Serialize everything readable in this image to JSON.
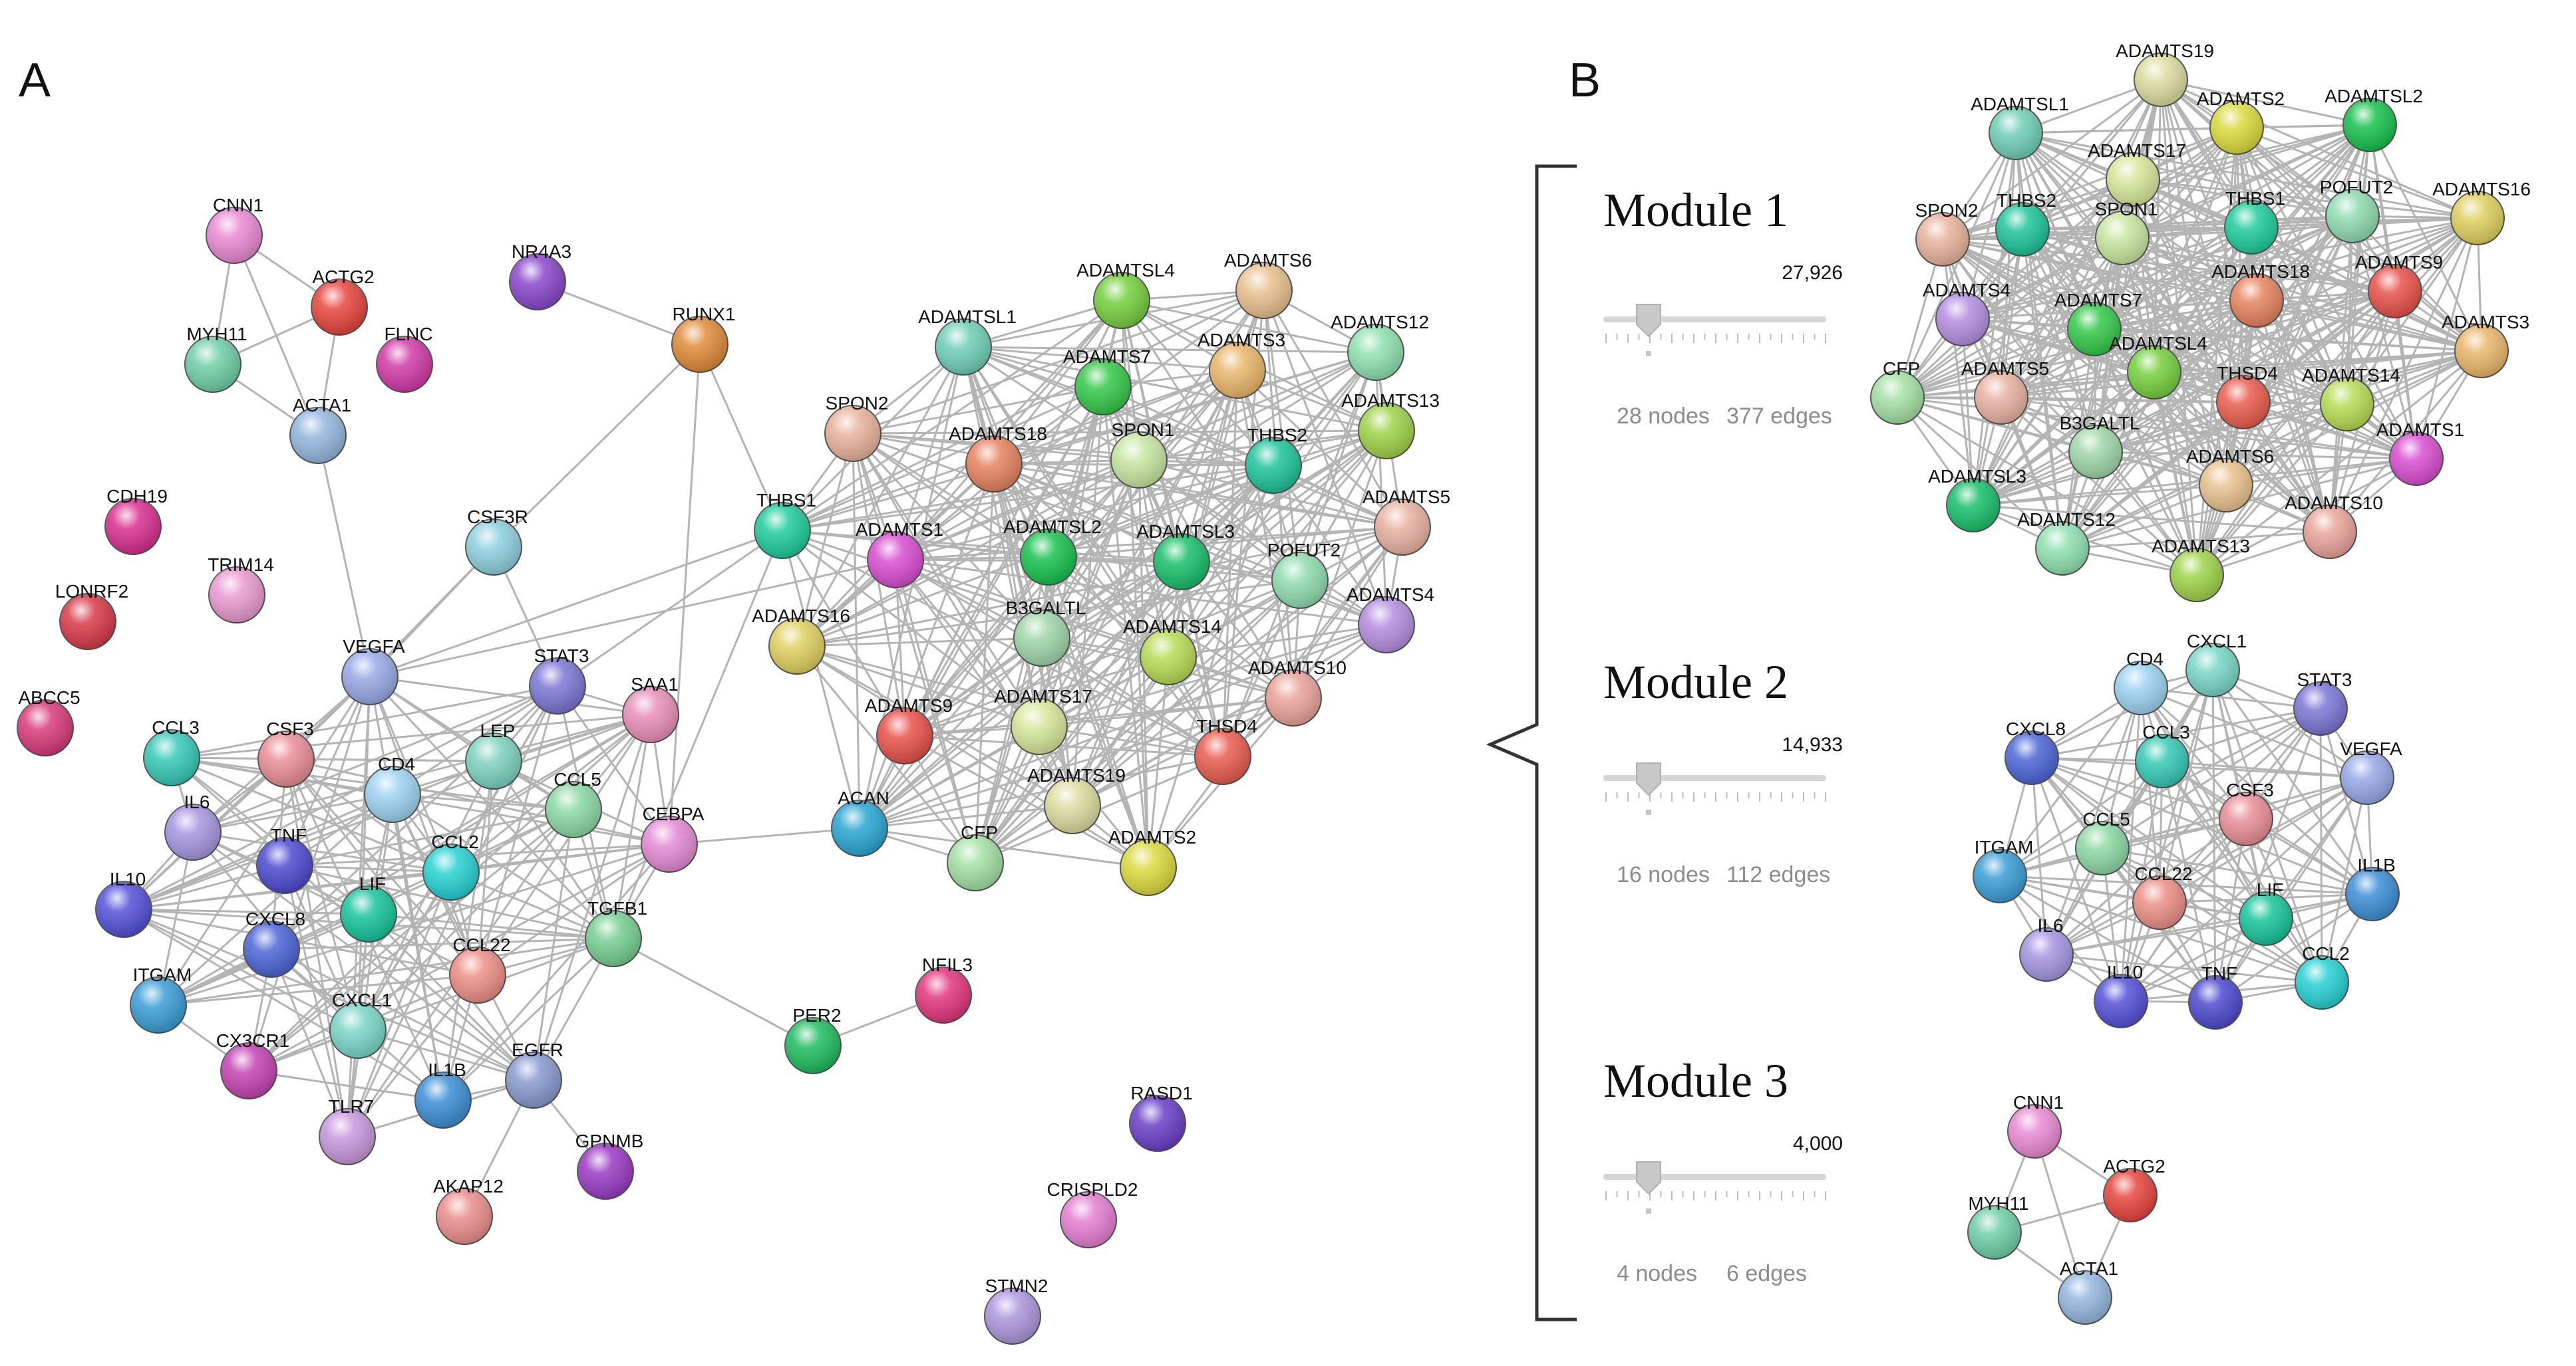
{
  "panel_a": {
    "letter": "A",
    "nodes": [
      {
        "id": "CNN1",
        "color": "#e98ad2"
      },
      {
        "id": "ACTG2",
        "color": "#e8453e"
      },
      {
        "id": "MYH11",
        "color": "#6fcfa8"
      },
      {
        "id": "FLNC",
        "color": "#d23aa8"
      },
      {
        "id": "ACTA1",
        "color": "#94b7de"
      },
      {
        "id": "NR4A3",
        "color": "#8a47cc"
      },
      {
        "id": "RUNX1",
        "color": "#e08b3a"
      },
      {
        "id": "CDH19",
        "color": "#d92f8f"
      },
      {
        "id": "TRIM14",
        "color": "#e99ad2"
      },
      {
        "id": "LONRF2",
        "color": "#d93a4a"
      },
      {
        "id": "ABCC5",
        "color": "#d93a7a"
      },
      {
        "id": "CSF3R",
        "color": "#8fd0df"
      },
      {
        "id": "VEGFA",
        "color": "#96a9e5"
      },
      {
        "id": "STAT3",
        "color": "#7c76d4"
      },
      {
        "id": "SAA1",
        "color": "#e990b8"
      },
      {
        "id": "CCL3",
        "color": "#36c9b6"
      },
      {
        "id": "CSF3",
        "color": "#e98e96"
      },
      {
        "id": "LEP",
        "color": "#7ed2bf"
      },
      {
        "id": "CD4",
        "color": "#9dd3f0"
      },
      {
        "id": "CCL5",
        "color": "#8cd9a4"
      },
      {
        "id": "CEBPA",
        "color": "#e48bd4"
      },
      {
        "id": "IL6",
        "color": "#a596e0"
      },
      {
        "id": "TNF",
        "color": "#4e4ad0"
      },
      {
        "id": "LIF",
        "color": "#17c59c"
      },
      {
        "id": "CCL2",
        "color": "#27d1d4"
      },
      {
        "id": "IL10",
        "color": "#5452d8"
      },
      {
        "id": "CXCL8",
        "color": "#4d66d6"
      },
      {
        "id": "TGFB1",
        "color": "#76cf92"
      },
      {
        "id": "CCL22",
        "color": "#ec8e86"
      },
      {
        "id": "ITGAM",
        "color": "#3a9ed6"
      },
      {
        "id": "CXCL1",
        "color": "#79d6c8"
      },
      {
        "id": "CX3CR1",
        "color": "#c544b4"
      },
      {
        "id": "IL1B",
        "color": "#3b8fd6"
      },
      {
        "id": "EGFR",
        "color": "#8899cf"
      },
      {
        "id": "TLR7",
        "color": "#c898dc"
      },
      {
        "id": "GPNMB",
        "color": "#9a3bc4"
      },
      {
        "id": "AKAP12",
        "color": "#ea8e8e"
      },
      {
        "id": "PER2",
        "color": "#1fbd5f"
      },
      {
        "id": "NFIL3",
        "color": "#e2367e"
      },
      {
        "id": "RASD1",
        "color": "#6a3fc8"
      },
      {
        "id": "CRISPLD2",
        "color": "#e47ed2"
      },
      {
        "id": "STMN2",
        "color": "#ad96dc"
      },
      {
        "id": "SPON2",
        "color": "#e8b39c"
      },
      {
        "id": "ADAMTSL1",
        "color": "#6fcfb6"
      },
      {
        "id": "ADAMTSL4",
        "color": "#76cf3e"
      },
      {
        "id": "ADAMTS6",
        "color": "#e9c18e"
      },
      {
        "id": "ADAMTS12",
        "color": "#8fe1b0"
      },
      {
        "id": "ADAMTS7",
        "color": "#34c94a"
      },
      {
        "id": "ADAMTS3",
        "color": "#eab66a"
      },
      {
        "id": "ADAMTS13",
        "color": "#9fd34a"
      },
      {
        "id": "ADAMTS18",
        "color": "#e6835f"
      },
      {
        "id": "SPON1",
        "color": "#c7e69f"
      },
      {
        "id": "THBS2",
        "color": "#1fc49a"
      },
      {
        "id": "ADAMTS5",
        "color": "#e8b2a2"
      },
      {
        "id": "THBS1",
        "color": "#1fcc9c"
      },
      {
        "id": "ADAMTS1",
        "color": "#d94ed1"
      },
      {
        "id": "ADAMTSL2",
        "color": "#19c24e"
      },
      {
        "id": "ADAMTSL3",
        "color": "#19c06a"
      },
      {
        "id": "POFUT2",
        "color": "#8fdcb0"
      },
      {
        "id": "ADAMTS4",
        "color": "#b78ee0"
      },
      {
        "id": "ADAMTS16",
        "color": "#e0d060"
      },
      {
        "id": "B3GALTL",
        "color": "#9fd6a8"
      },
      {
        "id": "ADAMTS14",
        "color": "#b7dc55"
      },
      {
        "id": "ADAMTS10",
        "color": "#eaa49a"
      },
      {
        "id": "ADAMTS9",
        "color": "#e8524a"
      },
      {
        "id": "ADAMTS17",
        "color": "#d8e69a"
      },
      {
        "id": "THSD4",
        "color": "#ea5c4e"
      },
      {
        "id": "ACAN",
        "color": "#2aa7d2"
      },
      {
        "id": "ADAMTS19",
        "color": "#dcdca0"
      },
      {
        "id": "CFP",
        "color": "#a4e0a4"
      },
      {
        "id": "ADAMTS2",
        "color": "#dcda3e"
      }
    ]
  },
  "panel_b": {
    "letter": "B",
    "modules": [
      {
        "title": "Module 1",
        "score": "27,926",
        "nodes_label": "28 nodes",
        "edges_label": "377 edges",
        "nodes": [
          {
            "id": "ADAMTS19",
            "color": "#dcdca0"
          },
          {
            "id": "ADAMTSL1",
            "color": "#6fcfb6"
          },
          {
            "id": "ADAMTS2",
            "color": "#dcda3e"
          },
          {
            "id": "ADAMTSL2",
            "color": "#19c24e"
          },
          {
            "id": "ADAMTS17",
            "color": "#d8e69a"
          },
          {
            "id": "SPON2",
            "color": "#e8b39c"
          },
          {
            "id": "THBS2",
            "color": "#1fc49a"
          },
          {
            "id": "SPON1",
            "color": "#c7e69f"
          },
          {
            "id": "THBS1",
            "color": "#1fcc9c"
          },
          {
            "id": "POFUT2",
            "color": "#8fdcb0"
          },
          {
            "id": "ADAMTS16",
            "color": "#e0d060"
          },
          {
            "id": "ADAMTS4",
            "color": "#b78ee0"
          },
          {
            "id": "ADAMTS7",
            "color": "#34c94a"
          },
          {
            "id": "ADAMTS18",
            "color": "#e6835f"
          },
          {
            "id": "ADAMTS9",
            "color": "#e8524a"
          },
          {
            "id": "ADAMTS3",
            "color": "#eab66a"
          },
          {
            "id": "CFP",
            "color": "#a4e0a4"
          },
          {
            "id": "ADAMTS5",
            "color": "#e8b2a2"
          },
          {
            "id": "ADAMTSL4",
            "color": "#76cf3e"
          },
          {
            "id": "THSD4",
            "color": "#ea5c4e"
          },
          {
            "id": "ADAMTS14",
            "color": "#b7dc55"
          },
          {
            "id": "B3GALTL",
            "color": "#9fd6a8"
          },
          {
            "id": "ADAMTS1",
            "color": "#d94ed1"
          },
          {
            "id": "ADAMTSL3",
            "color": "#19c06a"
          },
          {
            "id": "ADAMTS6",
            "color": "#e9c18e"
          },
          {
            "id": "ADAMTS10",
            "color": "#eaa49a"
          },
          {
            "id": "ADAMTS12",
            "color": "#8fe1b0"
          },
          {
            "id": "ADAMTS13",
            "color": "#9fd34a"
          }
        ]
      },
      {
        "title": "Module 2",
        "score": "14,933",
        "nodes_label": "16 nodes",
        "edges_label": "112 edges",
        "nodes": [
          {
            "id": "CD4",
            "color": "#9dd3f0"
          },
          {
            "id": "CXCL1",
            "color": "#79d6c8"
          },
          {
            "id": "STAT3",
            "color": "#7c76d4"
          },
          {
            "id": "CXCL8",
            "color": "#4d66d6"
          },
          {
            "id": "CCL3",
            "color": "#36c9b6"
          },
          {
            "id": "VEGFA",
            "color": "#96a9e5"
          },
          {
            "id": "CCL5",
            "color": "#8cd9a4"
          },
          {
            "id": "CSF3",
            "color": "#e98e96"
          },
          {
            "id": "ITGAM",
            "color": "#3a9ed6"
          },
          {
            "id": "IL1B",
            "color": "#3b8fd6"
          },
          {
            "id": "CCL22",
            "color": "#ec8e86"
          },
          {
            "id": "LIF",
            "color": "#17c59c"
          },
          {
            "id": "IL6",
            "color": "#a596e0"
          },
          {
            "id": "CCL2",
            "color": "#27d1d4"
          },
          {
            "id": "IL10",
            "color": "#5452d8"
          },
          {
            "id": "TNF",
            "color": "#4e4ad0"
          }
        ]
      },
      {
        "title": "Module 3",
        "score": "4,000",
        "nodes_label": "4 nodes",
        "edges_label": "6 edges",
        "nodes": [
          {
            "id": "CNN1",
            "color": "#e98ad2"
          },
          {
            "id": "ACTG2",
            "color": "#e8453e"
          },
          {
            "id": "MYH11",
            "color": "#6fcfa8"
          },
          {
            "id": "ACTA1",
            "color": "#94b7de"
          }
        ]
      }
    ]
  }
}
